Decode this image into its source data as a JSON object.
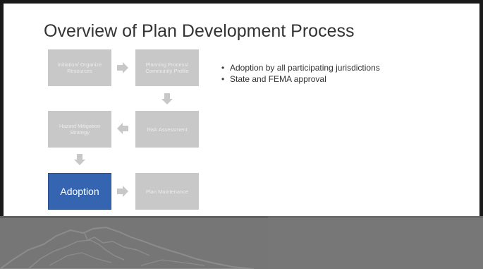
{
  "slide": {
    "title": "Overview of Plan Development Process",
    "process_boxes": {
      "initiation": "Initiation/ Organize Resources",
      "planning": "Planning Process/ Community Profile",
      "hazard": "Hazard Mitigation Strategy",
      "risk": "Risk Assessment",
      "adoption": "Adoption",
      "maintenance": "Plan Maintenance"
    },
    "bullets": [
      "Adoption by all participating jurisdictions",
      "State and FEMA approval"
    ]
  },
  "colors": {
    "active_box": "#3565b0",
    "inactive_box": "#c8c8c8",
    "arrow": "#c8c8c8",
    "footer": "#767676",
    "title_text": "#333333"
  },
  "icons": {
    "arrow": "flow-arrow-icon",
    "footer_art": "mountain-watermark-icon",
    "bullet": "bullet-dot"
  }
}
